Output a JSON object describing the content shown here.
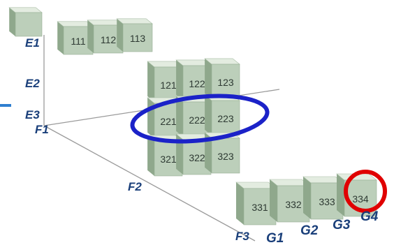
{
  "colors": {
    "cube_front": "#bccfba",
    "cube_top": "#e3ece0",
    "cube_side": "#8fa88c",
    "axis": "#9a9a9a",
    "axis_label": "#1a3f7a",
    "highlight_blue": "#1b22c8",
    "highlight_red": "#e00000",
    "edge_marker": "#2f7fd0"
  },
  "axis_labels": {
    "e1": "E1",
    "e2": "E2",
    "e3": "E3",
    "f1": "F1",
    "f2": "F2",
    "f3": "F3",
    "g1": "G1",
    "g2": "G2",
    "g3": "G3",
    "g4": "G4"
  },
  "cells": {
    "c111": "111",
    "c112": "112",
    "c113": "113",
    "c121": "121",
    "c122": "122",
    "c123": "123",
    "c221": "221",
    "c222": "222",
    "c223": "223",
    "c321": "321",
    "c322": "322",
    "c323": "323",
    "c331": "331",
    "c332": "332",
    "c333": "333",
    "c334": "334"
  },
  "highlights": [
    "blue-ellipse-221-223",
    "red-circle-334"
  ]
}
